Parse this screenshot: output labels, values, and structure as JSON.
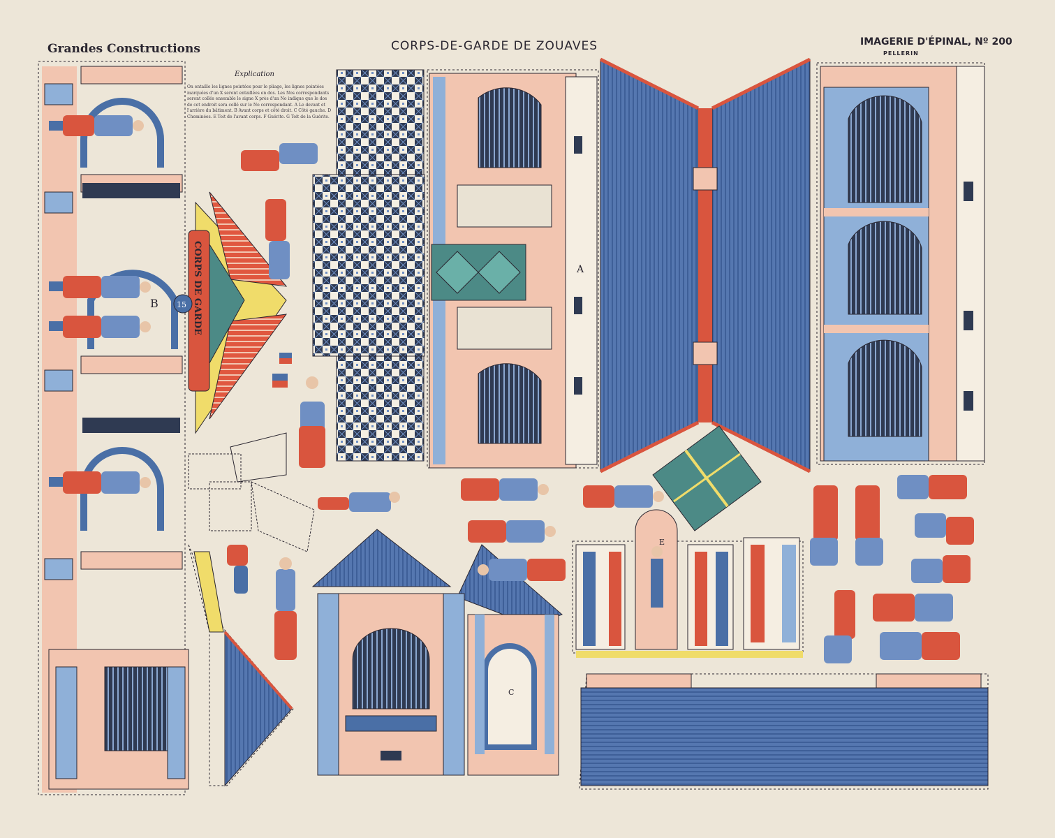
{
  "header": {
    "series": "Grandes Constructions",
    "title": "CORPS-DE-GARDE DE ZOUAVES",
    "publisher": "IMAGERIE D'ÉPINAL, Nº 200",
    "printer": "PELLERIN"
  },
  "explication": {
    "title": "Explication",
    "text": "On entaille les lignes pointées pour le pliage, les lignes pointées marquées d'un X seront entaillées en dos. Les Nos correspondants seront collés ensemble le signe X près d'un No indique que le dos de cet endroit sera collé sur le No correspondant. A Le devant et l'arrière du bâtiment. B Avant corps et côté droit. C Côté gauche. D Cheminées. E Toit de l'avant corps. F Guérite. G Toit de la Guérite."
  },
  "signboard": {
    "number": "15",
    "text": "CORPS DE GARDE"
  },
  "part_letters": {
    "a": "A",
    "b": "B",
    "c": "C",
    "e": "E"
  },
  "colors": {
    "paper": "#ede6d8",
    "blue": "#4a6fa6",
    "light_blue": "#8fb0d8",
    "red": "#d9553e",
    "pink": "#f2c5b0",
    "yellow": "#f0dc6a",
    "ink": "#2a2630",
    "teal": "#4c8a86"
  }
}
